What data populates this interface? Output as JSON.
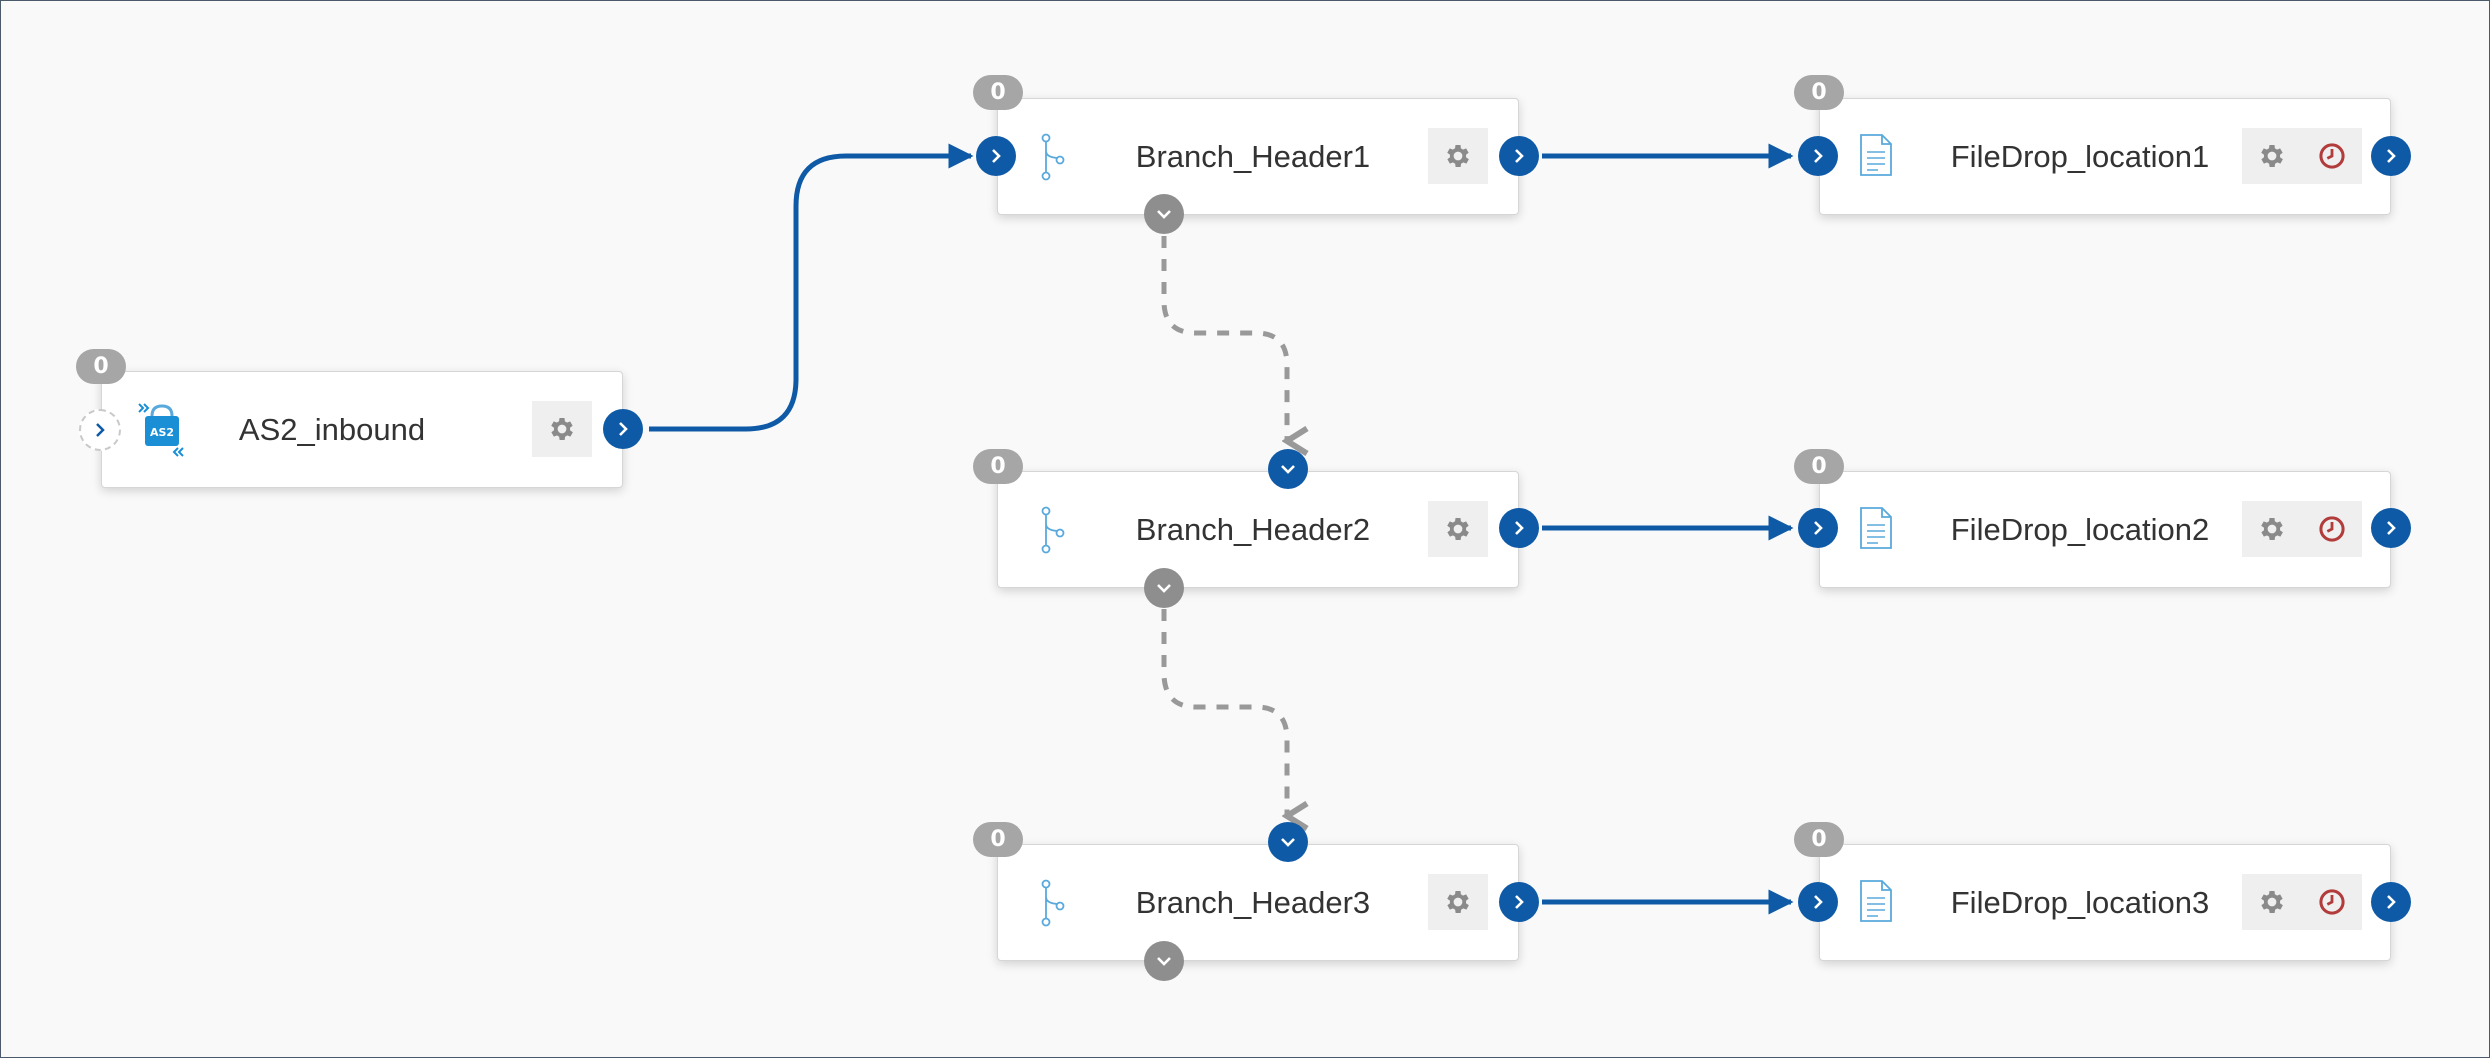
{
  "colors": {
    "accent": "#0f5aa6",
    "badge": "#a6a6a6",
    "dashed": "#999999",
    "clock": "#b23b3b"
  },
  "nodes": {
    "as2_inbound": {
      "label": "AS2_inbound",
      "count": "0",
      "icon_text": "AS2"
    },
    "branch_header1": {
      "label": "Branch_Header1",
      "count": "0"
    },
    "branch_header2": {
      "label": "Branch_Header2",
      "count": "0"
    },
    "branch_header3": {
      "label": "Branch_Header3",
      "count": "0"
    },
    "filedrop1": {
      "label": "FileDrop_location1",
      "count": "0"
    },
    "filedrop2": {
      "label": "FileDrop_location2",
      "count": "0"
    },
    "filedrop3": {
      "label": "FileDrop_location3",
      "count": "0"
    }
  },
  "icons": {
    "source": "as2-lock-icon",
    "branch": "branch-icon",
    "file": "file-icon",
    "settings": "gear-icon",
    "schedule": "clock-icon",
    "port": "chevron-right-icon",
    "expand": "chevron-down-icon"
  }
}
